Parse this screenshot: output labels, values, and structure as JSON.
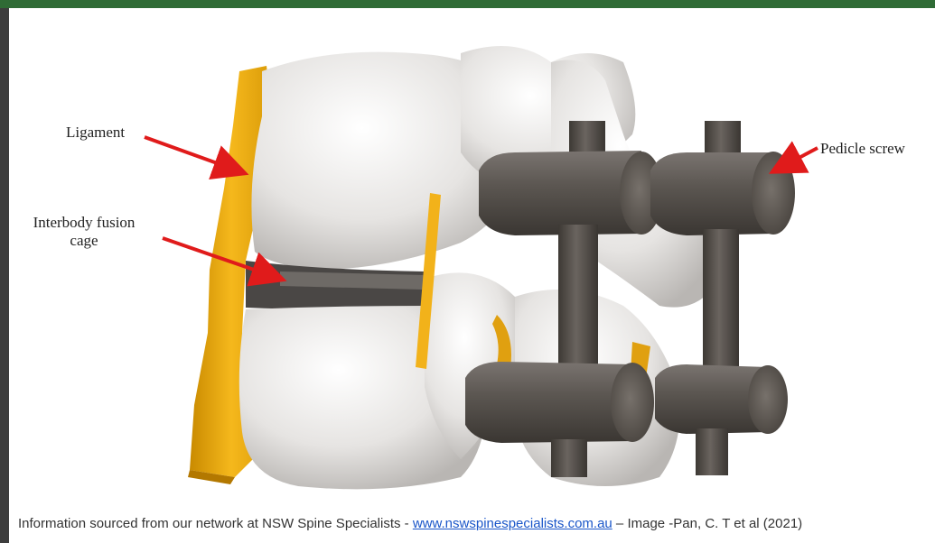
{
  "labels": {
    "ligament": "Ligament",
    "cage_line1": "Interbody fusion",
    "cage_line2": "cage",
    "pedicle_screw": "Pedicle screw"
  },
  "caption": {
    "prefix": "Information sourced from our network at NSW Spine Specialists - ",
    "link": "www.nswspinespecialists.com.au",
    "suffix": " – Image -Pan, C. T  et al (2021)"
  },
  "colors": {
    "bone": "#e8e6e4",
    "ligament": "#f2b21a",
    "metal": "#5a5550",
    "arrow": "#e01b1b",
    "link": "#1a56c9"
  }
}
